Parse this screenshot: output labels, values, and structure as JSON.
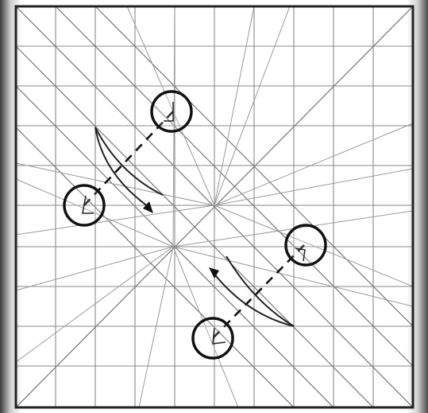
{
  "diagram": {
    "grid_divisions": 10,
    "colors": {
      "line": "#8a8a8a",
      "frame": "#222222",
      "symbol": "#111111"
    },
    "symbols": [
      "pivot-circle",
      "dashed-fold-line",
      "curved-rotation-arrow"
    ]
  }
}
